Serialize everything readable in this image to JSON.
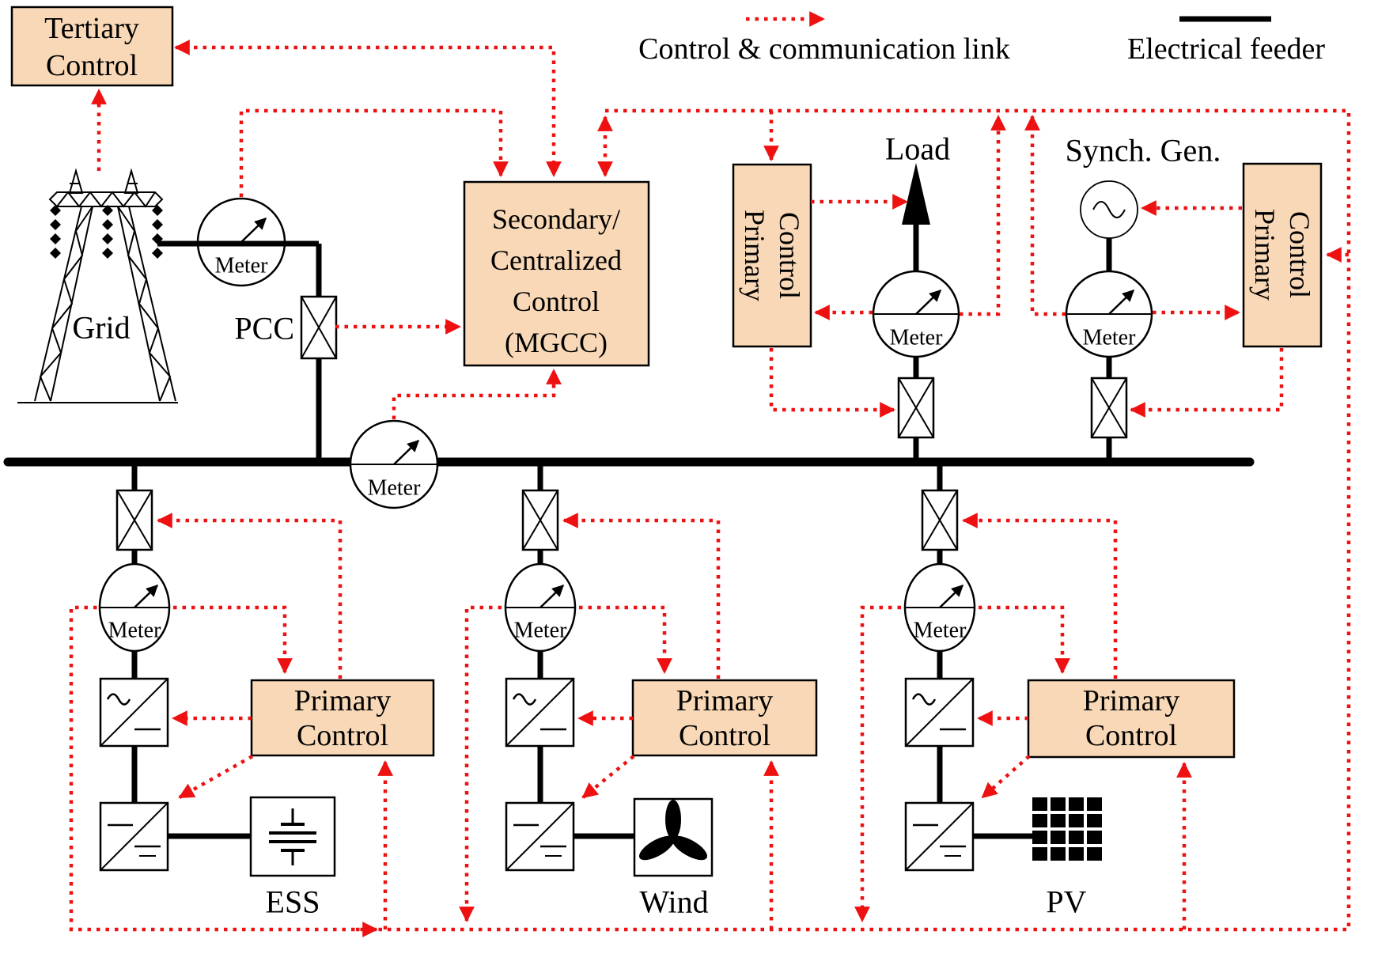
{
  "legend": {
    "control_link": "Control & communication link",
    "feeder": "Electrical feeder"
  },
  "colors": {
    "link_red": "#ee1111",
    "box_fill": "#f8d8b6",
    "feeder_black": "#000000"
  },
  "nodes": {
    "tertiary": {
      "line1": "Tertiary",
      "line2": "Control"
    },
    "mgcc": {
      "line1": "Secondary/",
      "line2": "Centralized",
      "line3": "Control",
      "line4": "(MGCC)"
    },
    "primary": {
      "line1": "Primary",
      "line2": "Control"
    },
    "grid": "Grid",
    "pcc": "PCC",
    "meter": "Meter",
    "load": "Load",
    "synch_gen": "Synch. Gen.",
    "ess": "ESS",
    "wind": "Wind",
    "pv": "PV"
  }
}
